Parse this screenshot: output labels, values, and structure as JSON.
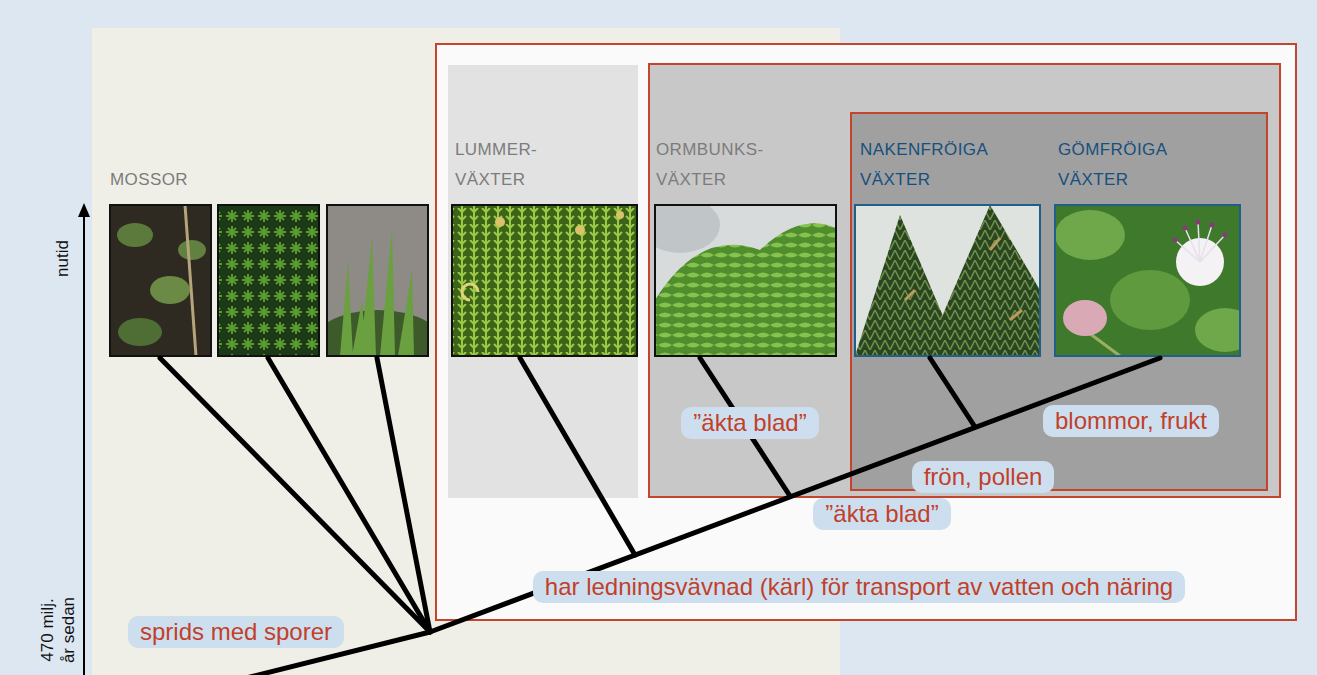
{
  "diagram": {
    "nodes": [
      {
        "text": [
          "MOSSOR"
        ]
      },
      {
        "text": [
          "sprids med sporer"
        ],
        "in": 0
      },
      {
        "text": [
          "har ledningsvävnad (kärl) för transport av vatten och näring"
        ]
      },
      {
        "text": [
          "LUMMER- VÄXTER"
        ],
        "in": 2
      },
      {
        "text": [
          "ORMBUNKS- VÄXTER",
          "”äkta blad”"
        ],
        "in": 2
      },
      {
        "text": [
          "”äkta blad”"
        ],
        "in": 4
      },
      {
        "text": [
          "NAKENFRÖIGA VÄXTER",
          "GÖMFRÖIGA VÄXTER",
          "frön, pollen"
        ],
        "in": 4
      },
      {
        "text": [
          "blommor, frukt"
        ],
        "in": 6
      }
    ],
    "labels": [
      "nutid",
      "470 milj. år sedan"
    ]
  }
}
